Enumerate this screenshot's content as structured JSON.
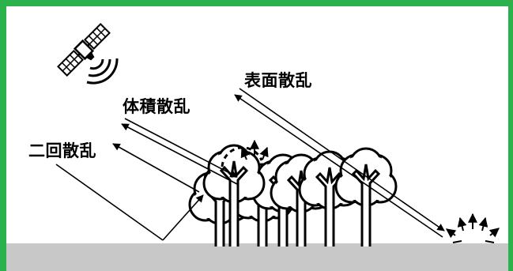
{
  "labels": {
    "surface_scattering": "表面散乱",
    "volume_scattering": "体積散乱",
    "double_bounce_scattering": "二回散乱"
  },
  "colors": {
    "frame": "#2bb24c",
    "ground": "#c8c8c8",
    "ink": "#000000",
    "background": "#ffffff"
  },
  "icons": [
    "satellite-icon",
    "radar-wave-icon",
    "tree-icon",
    "scatter-burst-icon",
    "arrow-icon"
  ]
}
